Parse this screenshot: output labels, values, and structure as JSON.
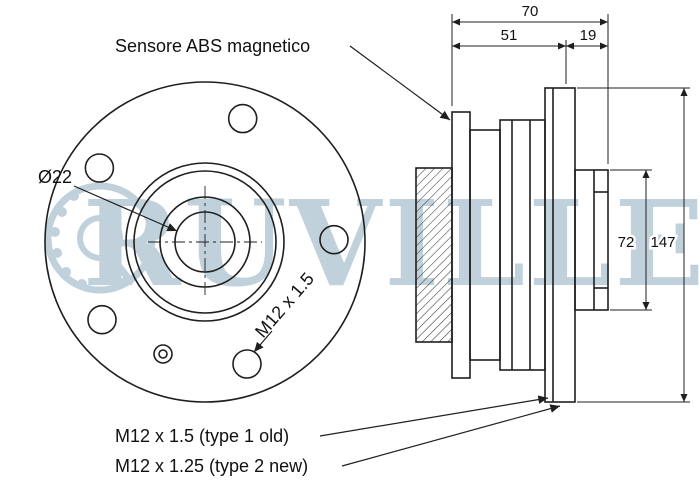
{
  "watermark": {
    "brand": "RUVILLE",
    "color": "#b6c9d6"
  },
  "labels": {
    "sensor": "Sensore ABS magnetico",
    "bore_diameter": "Ø22",
    "thread_diagonal": "M12 x 1.5",
    "thread_type1": "M12 x 1.5  (type 1 old)",
    "thread_type2": "M12 x 1.25 (type 2 new)"
  },
  "dimensions": {
    "overall_width": "70",
    "inner_width": "51",
    "flange_width": "19",
    "pilot_height": "72",
    "flange_height": "147"
  },
  "colors": {
    "line": "#1f1f1f",
    "background": "#ffffff"
  }
}
